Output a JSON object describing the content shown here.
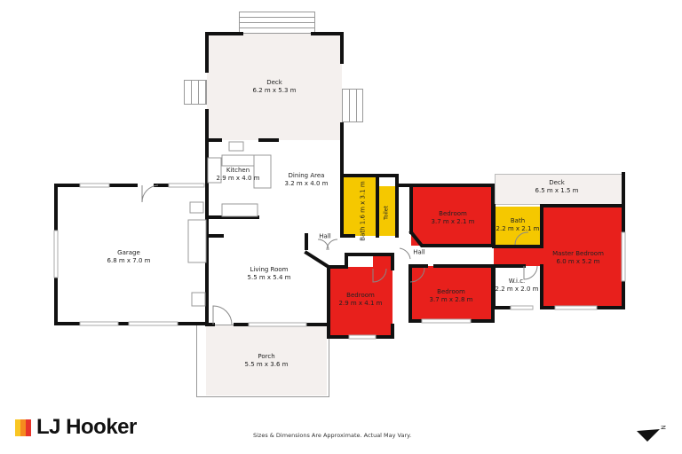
{
  "floorplan": {
    "rooms": [
      {
        "id": "deck-top",
        "name": "Deck",
        "dims": "6.2 m x 5.3 m"
      },
      {
        "id": "kitchen",
        "name": "Kitchen",
        "dims": "2.9 m x 4.0 m"
      },
      {
        "id": "dining",
        "name": "Dining Area",
        "dims": "3.2 m x 4.0 m"
      },
      {
        "id": "garage",
        "name": "Garage",
        "dims": "6.8 m x 7.0 m"
      },
      {
        "id": "living",
        "name": "Living Room",
        "dims": "5.5 m x 5.4 m"
      },
      {
        "id": "porch",
        "name": "Porch",
        "dims": "5.5 m x 3.6 m"
      },
      {
        "id": "bath1",
        "name": "Bath",
        "dims": "1.6 m x 3.1 m"
      },
      {
        "id": "toilet",
        "name": "Toilet",
        "dims": ""
      },
      {
        "id": "bedroom1",
        "name": "Bedroom",
        "dims": "3.7 m x 2.1 m"
      },
      {
        "id": "bedroom2",
        "name": "Bedroom",
        "dims": "2.9 m x 4.1 m"
      },
      {
        "id": "bedroom3",
        "name": "Bedroom",
        "dims": "3.7 m x 2.8 m"
      },
      {
        "id": "deck-right",
        "name": "Deck",
        "dims": "6.5 m x 1.5 m"
      },
      {
        "id": "bath2",
        "name": "Bath",
        "dims": "2.2 m x 2.1 m"
      },
      {
        "id": "master",
        "name": "Master Bedroom",
        "dims": "6.0 m x 5.2 m"
      },
      {
        "id": "wic",
        "name": "W.i.c.",
        "dims": "2.2 m x 2.0 m"
      },
      {
        "id": "hall1",
        "name": "Hall",
        "dims": ""
      },
      {
        "id": "hall2",
        "name": "Hall",
        "dims": ""
      }
    ],
    "colors": {
      "bedroom": "#e8201c",
      "wet": "#f5c800",
      "deck": "#f4f0ee",
      "wall": "#111111",
      "floor": "#ffffff"
    }
  },
  "branding": {
    "logo_text": "LJ Hooker",
    "logo_bar_colors": [
      "#f9c623",
      "#f58a1f",
      "#e8342a"
    ]
  },
  "footer": {
    "disclaimer": "Sizes & Dimensions Are Approximate. Actual May Vary."
  },
  "compass": {
    "label": "N"
  }
}
